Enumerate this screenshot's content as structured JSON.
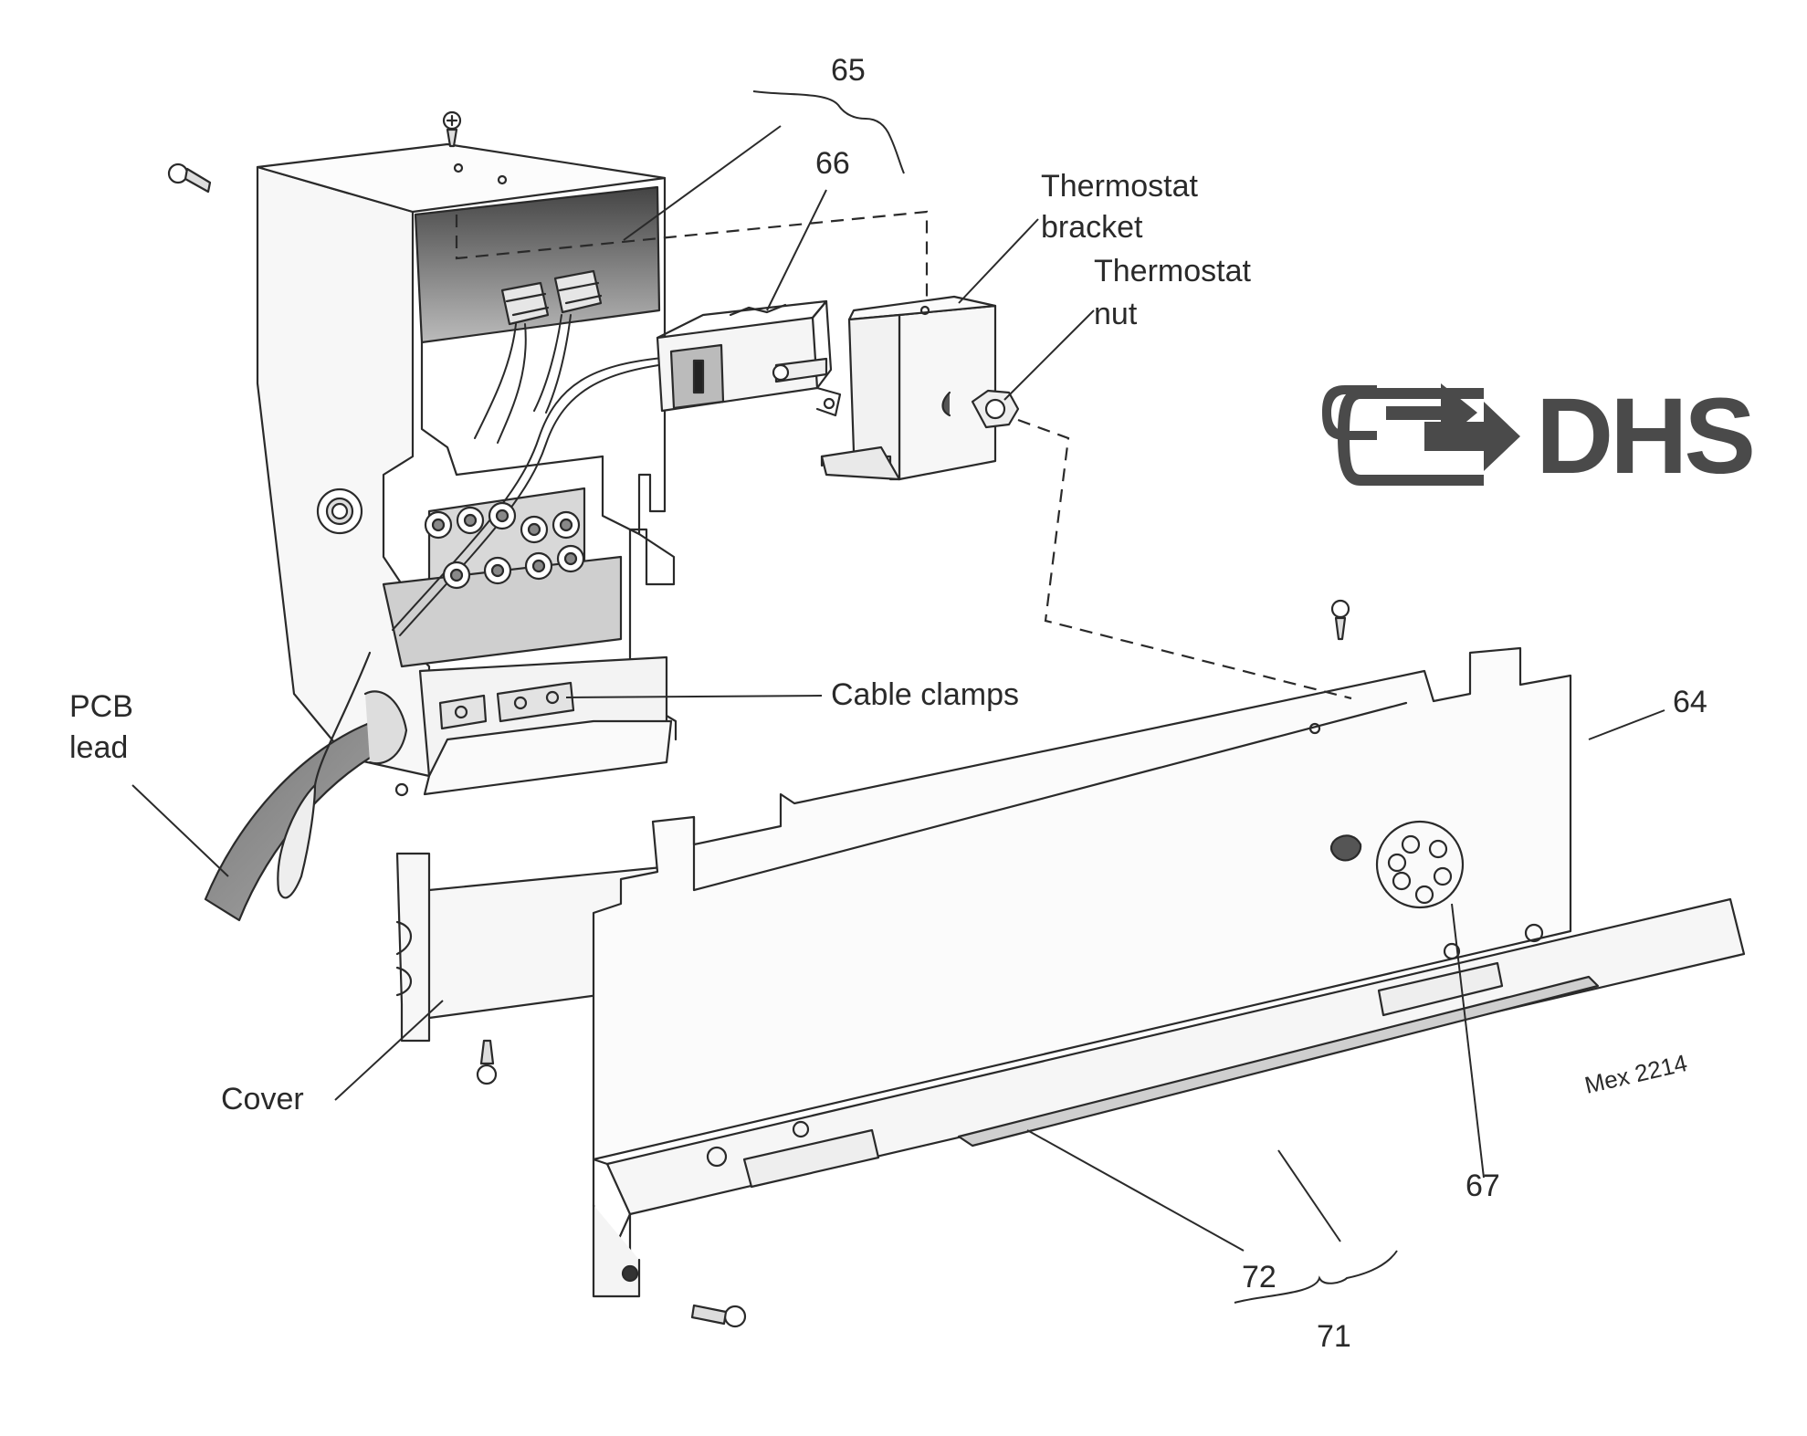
{
  "labels": {
    "part_65": "65",
    "part_66": "66",
    "thermostat_bracket_line1": "Thermostat",
    "thermostat_bracket_line2": "bracket",
    "thermostat_nut_line1": "Thermostat",
    "thermostat_nut_line2": "nut",
    "pcb_lead_line1": "PCB",
    "pcb_lead_line2": "lead",
    "cable_clamps": "Cable clamps",
    "part_64": "64",
    "cover": "Cover",
    "mex": "Mex 2214",
    "part_67": "67",
    "part_72": "72",
    "part_71": "71"
  },
  "logo": {
    "text": "DHS",
    "color": "#4a4a4a"
  },
  "colors": {
    "line": "#2a2a2a",
    "shade": "#9a9a9a",
    "dark": "#3a3a3a"
  }
}
